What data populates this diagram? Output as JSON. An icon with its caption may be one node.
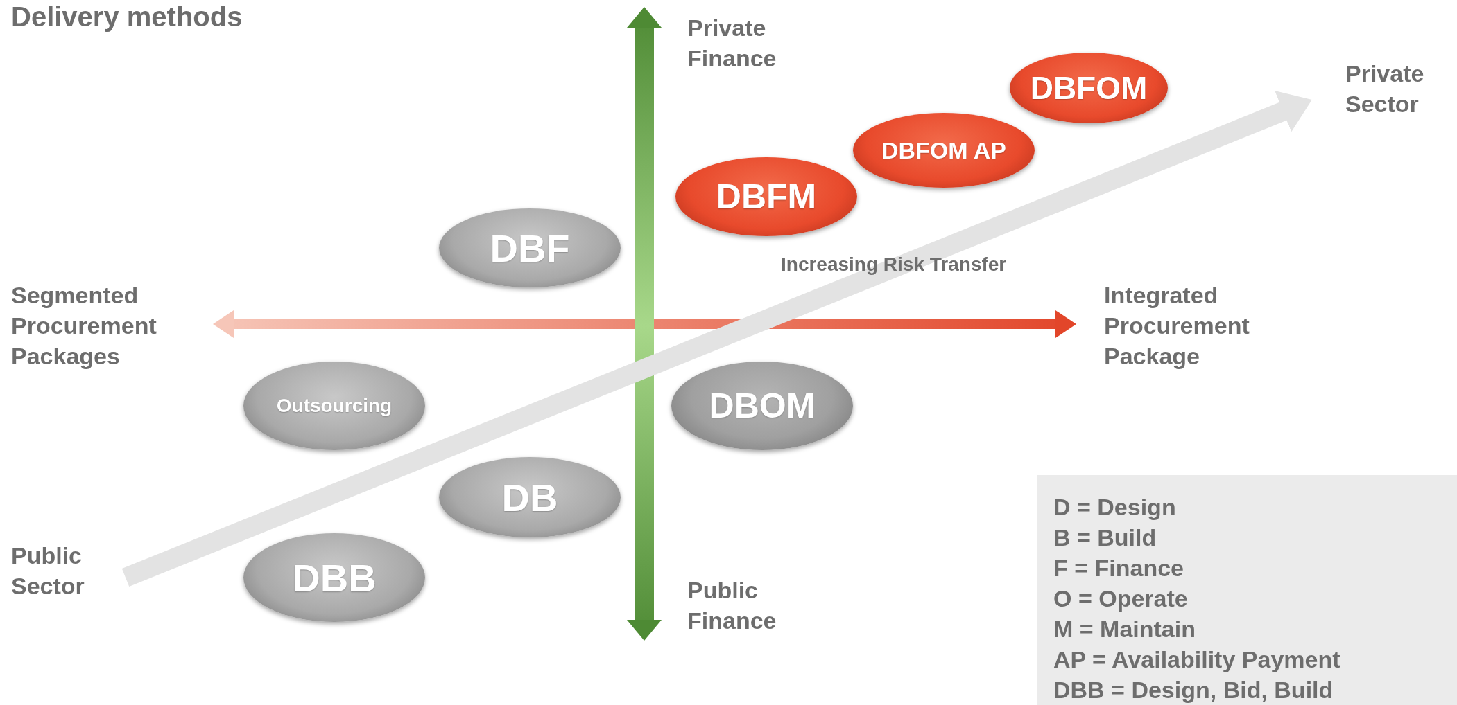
{
  "diagram": {
    "title": "Delivery methods",
    "nodes": [
      {
        "text": [
          "DBFOM"
        ]
      },
      {
        "text": [
          "DBFOM AP"
        ]
      },
      {
        "text": [
          "DBFM"
        ]
      },
      {
        "text": [
          "DBF"
        ]
      },
      {
        "text": [
          "Outsourcing"
        ]
      },
      {
        "text": [
          "DBOM"
        ]
      },
      {
        "text": [
          "DB"
        ]
      },
      {
        "text": [
          "DBB"
        ]
      }
    ],
    "labels": [
      "Private Finance",
      "Private Sector",
      "Increasing Risk Transfer",
      "Segmented Procurement Packages",
      "Integrated Procurement Package",
      "Public Sector",
      "Public Finance",
      "D = Design",
      "B = Build",
      "F = Finance",
      "O = Operate",
      "M = Maintain",
      "AP = Availability Payment",
      "DBB = Design, Bid, Build"
    ]
  }
}
